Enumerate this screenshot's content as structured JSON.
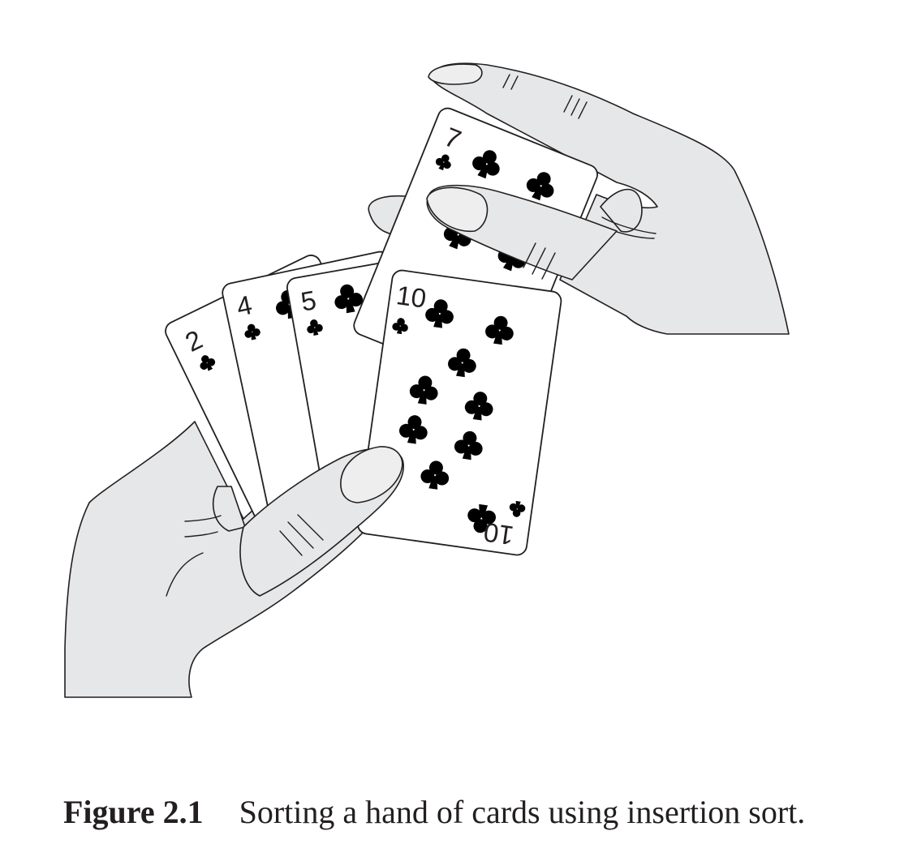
{
  "figure": {
    "caption_label": "Figure 2.1",
    "caption_text": "Sorting a hand of cards using insertion sort."
  },
  "cards": [
    {
      "rank": "2",
      "suit": "clubs"
    },
    {
      "rank": "4",
      "suit": "clubs"
    },
    {
      "rank": "5",
      "suit": "clubs"
    },
    {
      "rank": "7",
      "suit": "clubs"
    },
    {
      "rank": "10",
      "suit": "clubs"
    }
  ],
  "colors": {
    "skin": "#e6e7e8",
    "ink": "#231f20",
    "card": "#ffffff"
  },
  "icons": {
    "suit": "club-icon"
  }
}
